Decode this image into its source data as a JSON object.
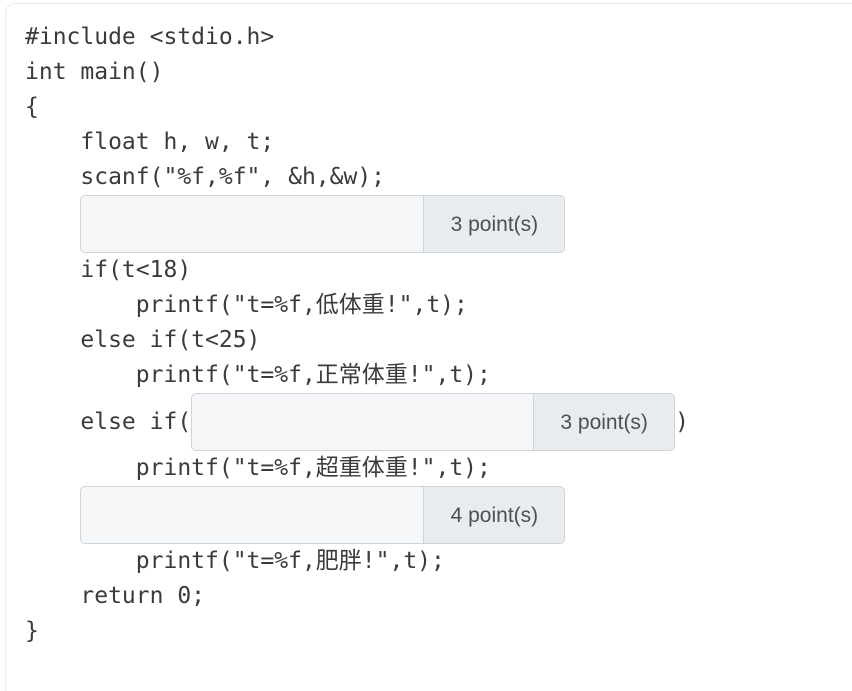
{
  "question": {
    "code_lines": [
      {
        "id": "line-include",
        "type": "text",
        "text": "#include <stdio.h>"
      },
      {
        "id": "line-main",
        "type": "text",
        "text": "int main()"
      },
      {
        "id": "line-open",
        "type": "text",
        "text": "{"
      },
      {
        "id": "line-decl",
        "type": "text",
        "text": "    float h, w, t;"
      },
      {
        "id": "line-scanf",
        "type": "text",
        "text": "    scanf(\"%f,%f\", &h,&w);"
      },
      {
        "id": "blank-1",
        "type": "blank",
        "lead": "    ",
        "trail": "",
        "value": "",
        "placeholder": "",
        "points_label": "3 point(s)"
      },
      {
        "id": "line-if18",
        "type": "text",
        "text": "    if(t<18)"
      },
      {
        "id": "line-print-low",
        "type": "text",
        "text": "        printf(\"t=%f,低体重!\",t);"
      },
      {
        "id": "line-elif25",
        "type": "text",
        "text": "    else if(t<25)"
      },
      {
        "id": "line-print-nor",
        "type": "text",
        "text": "        printf(\"t=%f,正常体重!\",t);"
      },
      {
        "id": "blank-2",
        "type": "blank",
        "lead": "    else if(",
        "trail": ")",
        "value": "",
        "placeholder": "",
        "points_label": "3 point(s)"
      },
      {
        "id": "line-print-ovr",
        "type": "text",
        "text": "        printf(\"t=%f,超重体重!\",t);"
      },
      {
        "id": "blank-3",
        "type": "blank",
        "lead": "    ",
        "trail": "",
        "value": "",
        "placeholder": "",
        "points_label": "4 point(s)"
      },
      {
        "id": "line-print-fat",
        "type": "text",
        "text": "        printf(\"t=%f,肥胖!\",t);"
      },
      {
        "id": "line-return",
        "type": "text",
        "text": "    return 0;"
      },
      {
        "id": "line-close",
        "type": "text",
        "text": "}"
      }
    ]
  },
  "colors": {
    "page_background": "#ffffff",
    "card_border": "#ececef",
    "code_text": "#3b3b3d",
    "input_fill": "#f5f6f8",
    "input_border": "#ced4da",
    "points_fill": "#e9ecef",
    "points_text": "#4b5057"
  }
}
